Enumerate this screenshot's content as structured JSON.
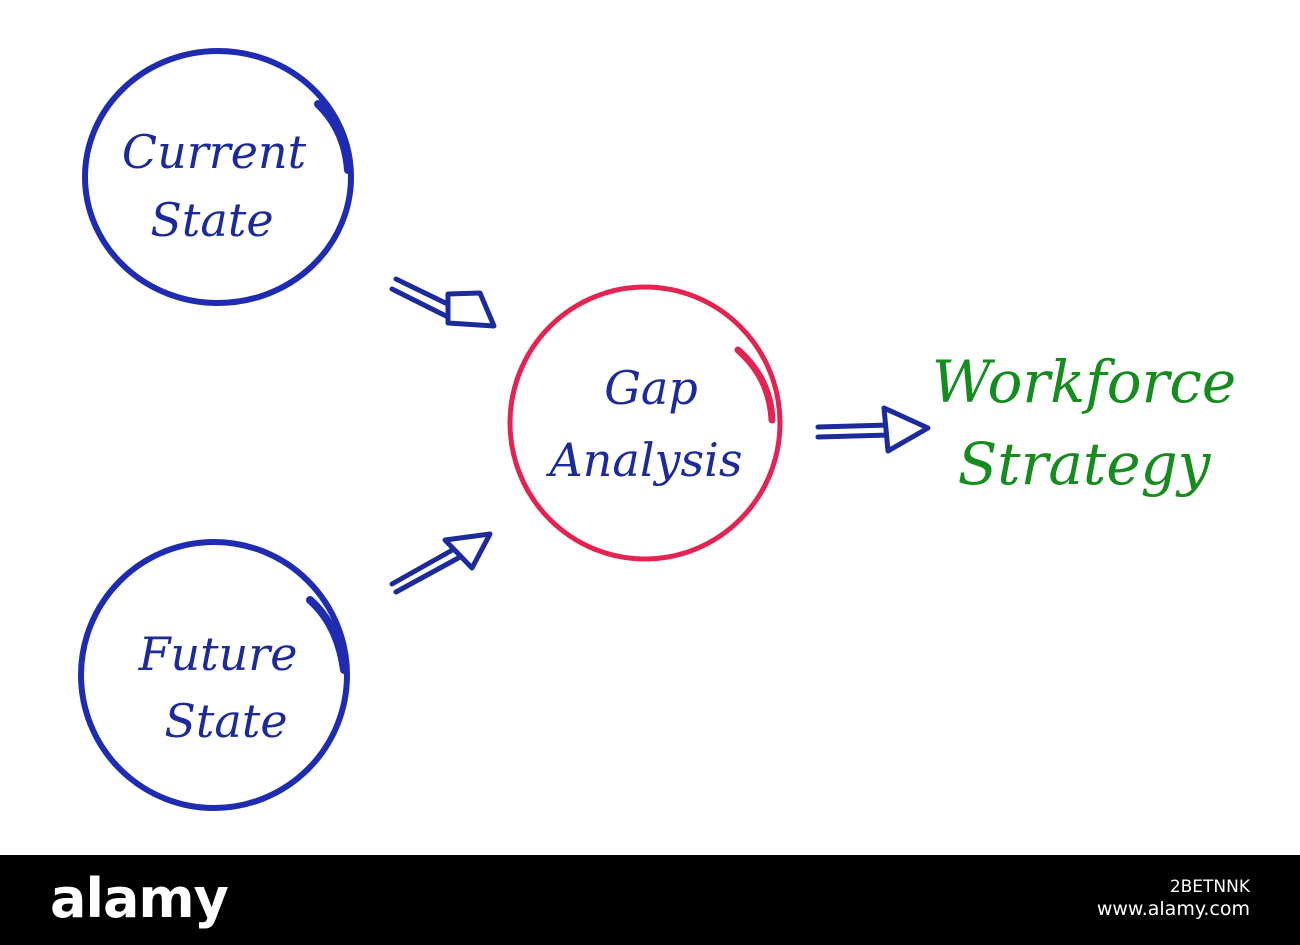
{
  "colors": {
    "circle_blue": "#1f2bb0",
    "circle_red": "#e32452",
    "text_blue": "#1c2a9c",
    "text_green": "#168c1e",
    "arrow_blue": "#1c2a9c",
    "footer_bg": "#000000",
    "footer_text": "#ffffff"
  },
  "nodes": {
    "current_state": {
      "line1": "Current",
      "line2": "State"
    },
    "future_state": {
      "line1": "Future",
      "line2": "State"
    },
    "gap_analysis": {
      "line1": "Gap",
      "line2": "Analysis"
    }
  },
  "output": {
    "line1": "Workforce",
    "line2": "Strategy"
  },
  "footer": {
    "brand": "alamy",
    "image_id": "2BETNNK",
    "site": "www.alamy.com"
  }
}
